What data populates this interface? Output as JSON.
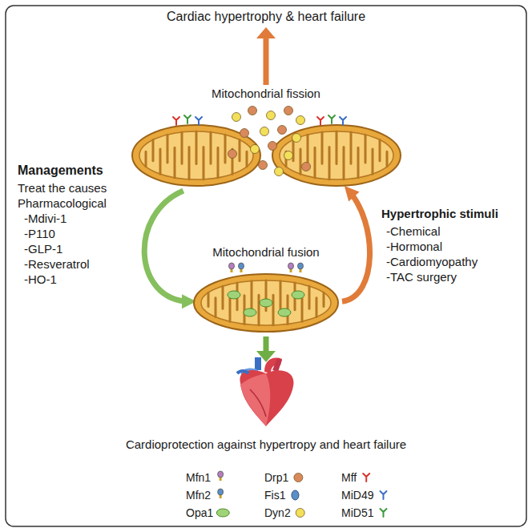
{
  "diagram": {
    "title": "Cardiac hypertrophy & heart failure",
    "nodes": [
      {
        "text": [
          "Mitochondrial fission"
        ]
      },
      {
        "text": [
          "Mitochondrial fusion"
        ]
      }
    ],
    "edges": [
      {
        "from": 0,
        "to": 1,
        "arrow": "to"
      },
      {
        "from": 1,
        "to": 0,
        "arrow": "to"
      }
    ],
    "labels": [
      "Managements",
      "Treat the causes",
      "Pharmacological",
      "-Mdivi-1",
      "-P110",
      "-GLP-1",
      "-Resveratrol",
      "-HO-1",
      "Hypertrophic stimuli",
      "-Chemical",
      "-Hormonal",
      "-Cardiomyopathy",
      "-TAC surgery",
      "Cardioprotection against hypertropy and heart failure"
    ],
    "legend": [
      {
        "text": "Mfn1"
      },
      {
        "text": "Mfn2"
      },
      {
        "text": "Opa1"
      },
      {
        "text": "Drp1"
      },
      {
        "text": "Fis1"
      },
      {
        "text": "Dyn2"
      },
      {
        "text": "Mff"
      },
      {
        "text": "MiD49"
      },
      {
        "text": "MiD51"
      }
    ]
  }
}
